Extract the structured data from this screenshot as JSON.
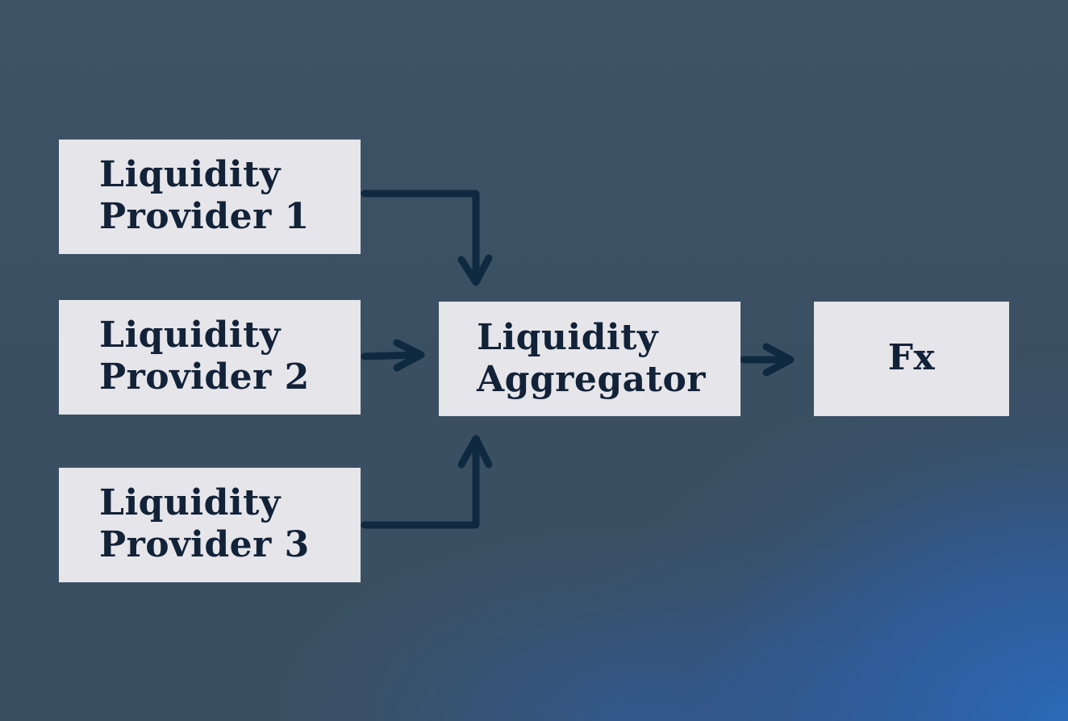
{
  "diagram": {
    "nodes": {
      "provider1": {
        "label": "Liquidity Provider 1"
      },
      "provider2": {
        "label": "Liquidity Provider 2"
      },
      "provider3": {
        "label": "Liquidity Provider 3"
      },
      "aggregator": {
        "label": "Liquidity Aggregator"
      },
      "fx": {
        "label": "Fx"
      }
    },
    "edges": [
      {
        "from": "provider1",
        "to": "aggregator"
      },
      {
        "from": "provider2",
        "to": "aggregator"
      },
      {
        "from": "provider3",
        "to": "aggregator"
      },
      {
        "from": "aggregator",
        "to": "fx"
      }
    ],
    "colors": {
      "box_fill": "#e6e5ea",
      "text": "#122238",
      "arrow": "#0f2a40"
    }
  }
}
